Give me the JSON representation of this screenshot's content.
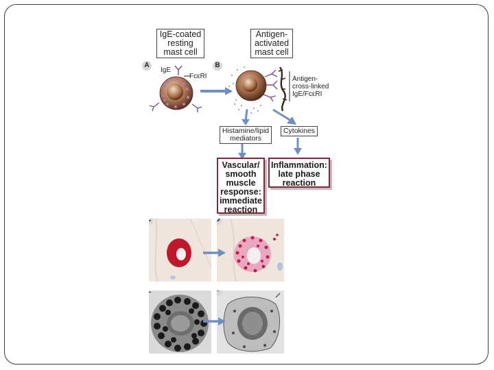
{
  "headers": {
    "resting": [
      "IgE-coated",
      "resting",
      "mast cell"
    ],
    "activated": [
      "Antigen-",
      "activated",
      "mast cell"
    ]
  },
  "panels": [
    "A",
    "B",
    "C",
    "D",
    "E",
    "F"
  ],
  "labels": {
    "ige": "IgE",
    "fceri": "FcεRI",
    "antigen_crosslinked": [
      "Antigen-",
      "cross-linked",
      "IgE/FcεRI"
    ]
  },
  "mediators": {
    "histamine": [
      "Histamine/lipid",
      "mediators"
    ],
    "cytokines": [
      "Cytokines"
    ]
  },
  "results": {
    "vascular": [
      "Vascular/",
      "smooth",
      "muscle",
      "response:",
      "immediate",
      "reaction"
    ],
    "inflammation": [
      "Inflammation:",
      "late phase",
      "reaction"
    ]
  },
  "colors": {
    "arrow": "#6f8fc0",
    "result_border": "#7a2a3a",
    "stain_red": "#c0182a",
    "stain_pink": "#d85a8a",
    "cell_brown": "#7a4a32"
  },
  "icons": [
    "mast-cell-resting",
    "mast-cell-activated",
    "antibody-receptor",
    "arrow-right",
    "arrow-down",
    "light-micrograph",
    "electron-micrograph"
  ]
}
